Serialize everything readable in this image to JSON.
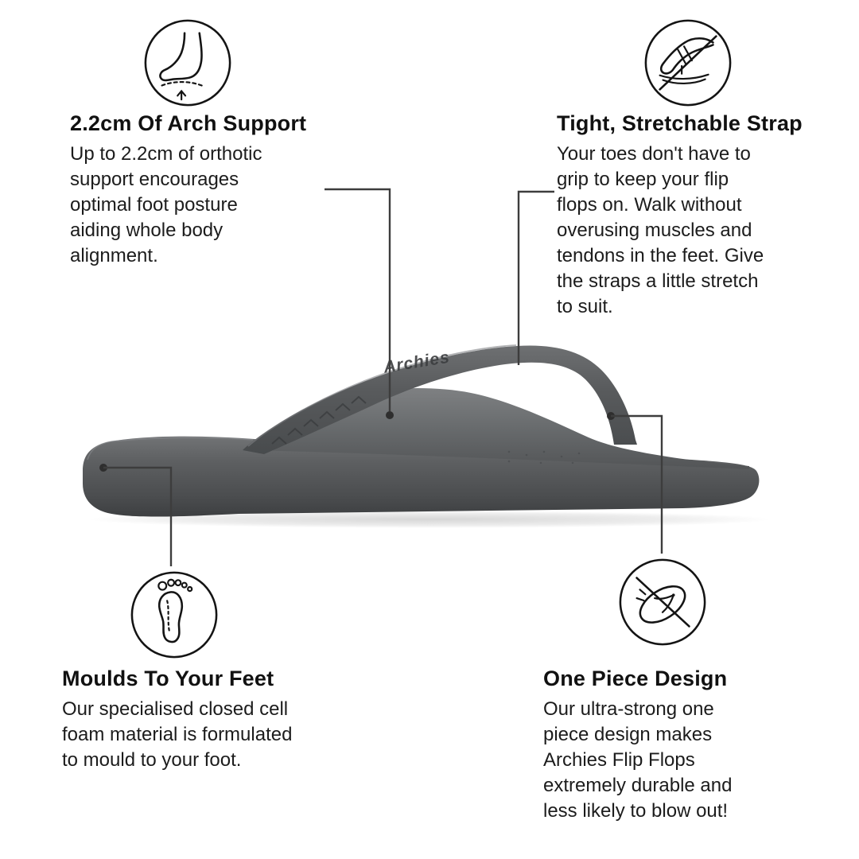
{
  "page": {
    "background": "#ffffff"
  },
  "product": {
    "name": "Archies Flip Flops",
    "logo_text": "Archies",
    "color_name": "charcoal grey",
    "colors": {
      "sole": "#5b5d5f",
      "strap": "#55575a",
      "footbed": "#6c6e70"
    }
  },
  "connector_color": "#3d3d3d",
  "callouts": {
    "arch_support": {
      "icon": "foot-arch-icon",
      "title": "2.2cm Of Arch Support",
      "body": "Up to 2.2cm of orthotic\nsupport encourages\noptimal foot posture\naiding whole body\nalignment."
    },
    "strap": {
      "icon": "no-toe-grip-icon",
      "title": "Tight, Stretchable Strap",
      "body": "Your toes don't have to\ngrip to keep your flip\nflops on. Walk without\noverusing muscles and\ntendons in the feet. Give\nthe straps a little stretch\nto suit."
    },
    "moulds": {
      "icon": "footprint-icon",
      "title": "Moulds To Your Feet",
      "body": "Our specialised closed cell\nfoam material is formulated\nto mould to your foot."
    },
    "one_piece": {
      "icon": "one-piece-flip-flop-icon",
      "title": "One Piece Design",
      "body": "Our ultra-strong one\npiece design makes\nArchies Flip Flops\nextremely durable and\nless likely to blow out!"
    }
  }
}
